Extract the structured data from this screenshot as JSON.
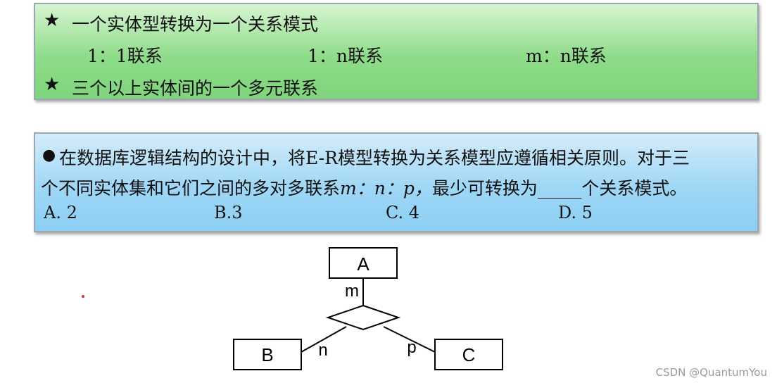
{
  "top_panel": {
    "line1": "一个实体型转换为一个关系模式",
    "one_to_one": "1：1联系",
    "one_to_many": "1：n联系",
    "many_to_many": "m：n联系",
    "line2": "三个以上实体间的一个多元联系"
  },
  "question": {
    "line1": "在数据库逻辑结构的设计中，将E-R模型转换为关系模型应遵循相关原则。对于三",
    "line2_a": "个不同实体集和它们之间的多对多联系",
    "line2_math": "m：n：p，",
    "line2_b": "最少可转换为_____个关系模式。",
    "options": [
      "A. 2",
      "B.3",
      "C. 4",
      "D. 5"
    ]
  },
  "diagram": {
    "entity_a": "A",
    "entity_b": "B",
    "entity_c": "C",
    "label_m": "m",
    "label_n": "n",
    "label_p": "p"
  },
  "watermark": "CSDN @QuantumYou"
}
